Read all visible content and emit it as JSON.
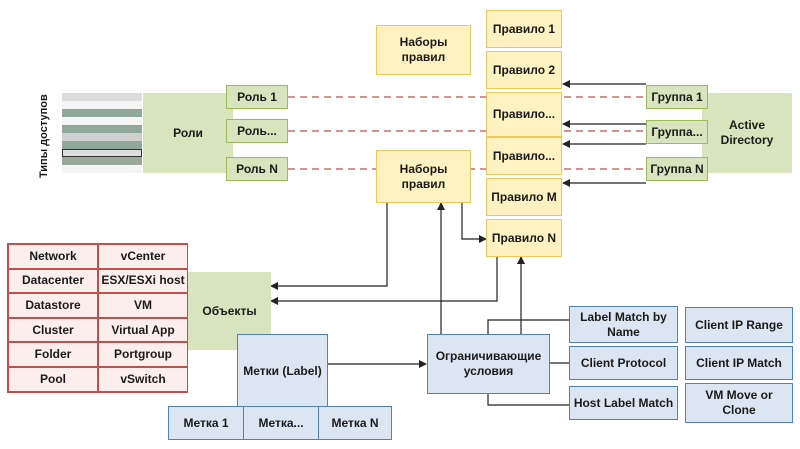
{
  "access_types": {
    "label": "Типы доступов",
    "stripes": [
      "#dcdcdc",
      "#f4f4f4",
      "#8fa89a",
      "#f4f4f4",
      "#8fa89a",
      "#cfcfcf",
      "#8fa89a",
      "#dcdcdc",
      "#9aa89a",
      "#f4f4f4"
    ]
  },
  "roles": {
    "title": "Роли",
    "items": [
      "Роль 1",
      "Роль...",
      "Роль N"
    ]
  },
  "rule_sets": [
    "Наборы правил",
    "Наборы правил"
  ],
  "rules": [
    "Правило 1",
    "Правило 2",
    "Правило...",
    "Правило...",
    "Правило M",
    "Правило N"
  ],
  "active_directory": {
    "title": "Active Directory",
    "groups": [
      "Группа 1",
      "Группа...",
      "Группа N"
    ]
  },
  "objects": {
    "title": "Объекты",
    "grid": [
      [
        "Network",
        "vCenter"
      ],
      [
        "Datacenter",
        "ESX/ESXi host"
      ],
      [
        "Datastore",
        "VM"
      ],
      [
        "Cluster",
        "Virtual App"
      ],
      [
        "Folder",
        "Portgroup"
      ],
      [
        "Pool",
        "vSwitch"
      ]
    ]
  },
  "labels": {
    "title": "Метки (Label)",
    "items": [
      "Метка 1",
      "Метка...",
      "Метка N"
    ]
  },
  "constraints": {
    "title": "Ограничивающие условия",
    "items": [
      "Label Match by Name",
      "Client IP Range",
      "Client Protocol",
      "Client IP Match",
      "Host Label Match",
      "VM Move or Clone"
    ]
  },
  "colors": {
    "rule_fill": "#fff2c2",
    "rule_border": "#f0c85a",
    "green": "#d7e4bd",
    "blue_fill": "#dce6f2",
    "blue_border": "#4f81bd",
    "pink_fill": "#fdeeee",
    "pink_border": "#c0504d",
    "dashed_line": "#c0504d"
  }
}
